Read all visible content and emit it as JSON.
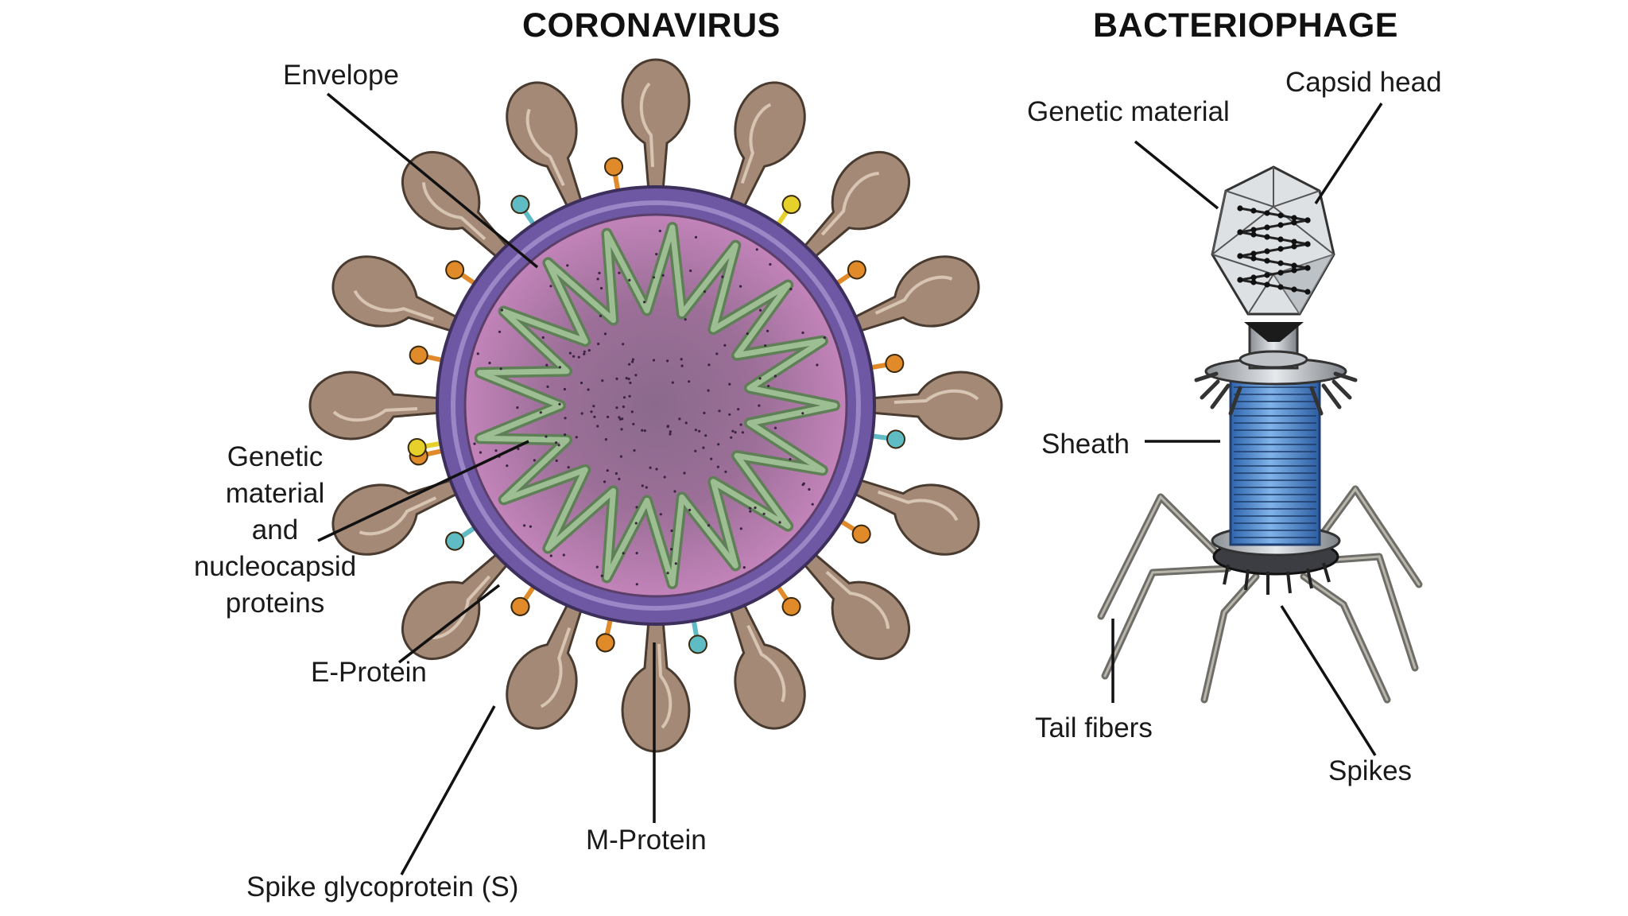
{
  "titles": {
    "coronavirus": "CORONAVIRUS",
    "bacteriophage": "BACTERIOPHAGE"
  },
  "coronavirus_labels": {
    "envelope": "Envelope",
    "genetic_material": "Genetic\nmaterial\nand\nnucleocapsid\nproteins",
    "e_protein": "E-Protein",
    "spike_glycoprotein": "Spike glycoprotein (S)",
    "m_protein": "M-Protein"
  },
  "bacteriophage_labels": {
    "genetic_material": "Genetic material",
    "capsid_head": "Capsid head",
    "sheath": "Sheath",
    "tail_fibers": "Tail fibers",
    "spikes": "Spikes"
  },
  "colors": {
    "spike_brown": "#a08672",
    "envelope_purple": "#7a5fa8",
    "interior_pink": "#b87bb0",
    "core_mauve": "#8b6a8c",
    "rna_green": "#7f9f78",
    "m_protein_orange": "#e08a2a",
    "e_protein_yellow": "#e6d12a",
    "hemagglutinin_teal": "#5fbcc4",
    "sheath_blue": "#3d7fc9",
    "capsid_gray": "#d9dde0"
  }
}
